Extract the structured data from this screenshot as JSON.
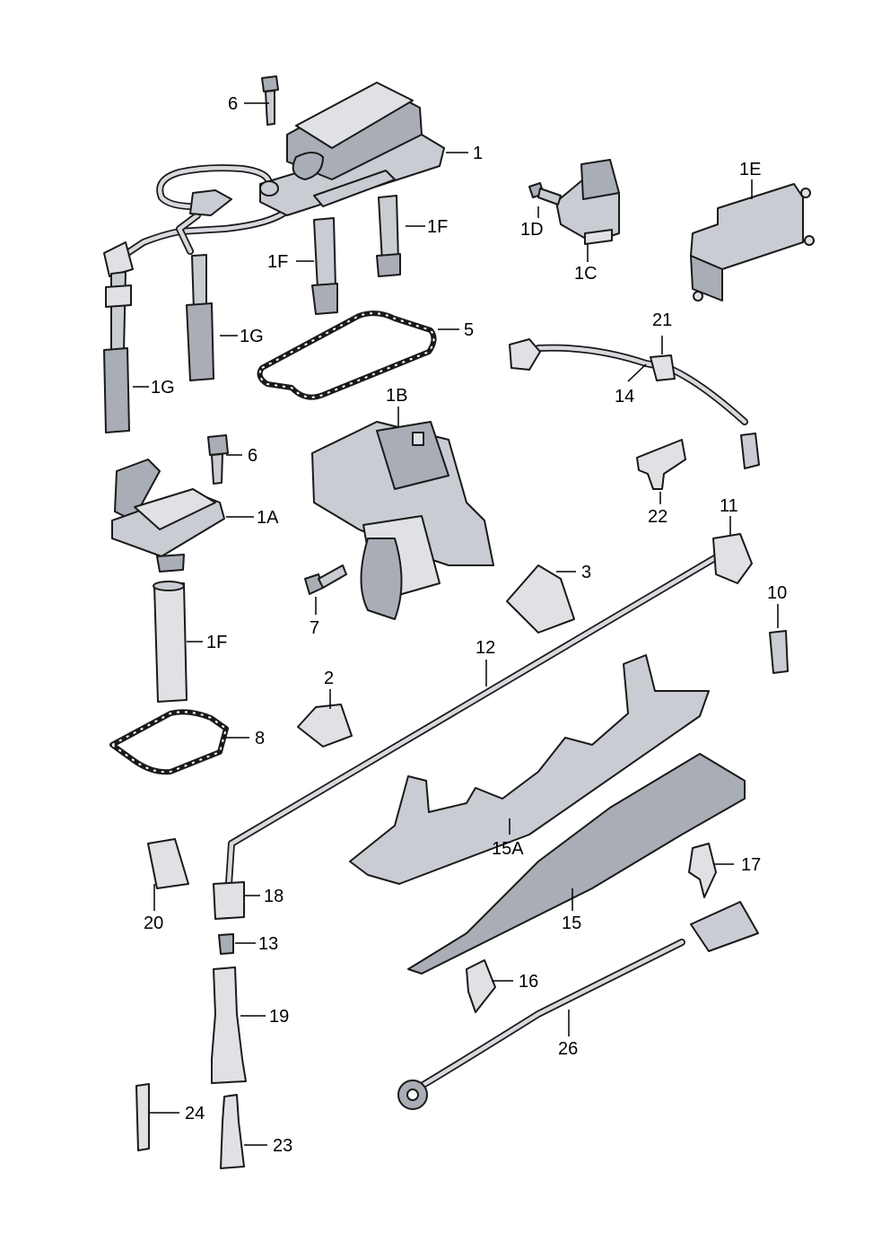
{
  "labels": {
    "l1": "1",
    "l1A": "1A",
    "l1B": "1B",
    "l1C": "1C",
    "l1D": "1D",
    "l1E": "1E",
    "l1F": "1F",
    "l1G": "1G",
    "l2": "2",
    "l3": "3",
    "l5": "5",
    "l6": "6",
    "l7": "7",
    "l8": "8",
    "l10": "10",
    "l11": "11",
    "l12": "12",
    "l13": "13",
    "l14": "14",
    "l15": "15",
    "l15A": "15A",
    "l16": "16",
    "l17": "17",
    "l18": "18",
    "l19": "19",
    "l20": "20",
    "l21": "21",
    "l22": "22",
    "l23": "23",
    "l24": "24",
    "l26": "26"
  }
}
